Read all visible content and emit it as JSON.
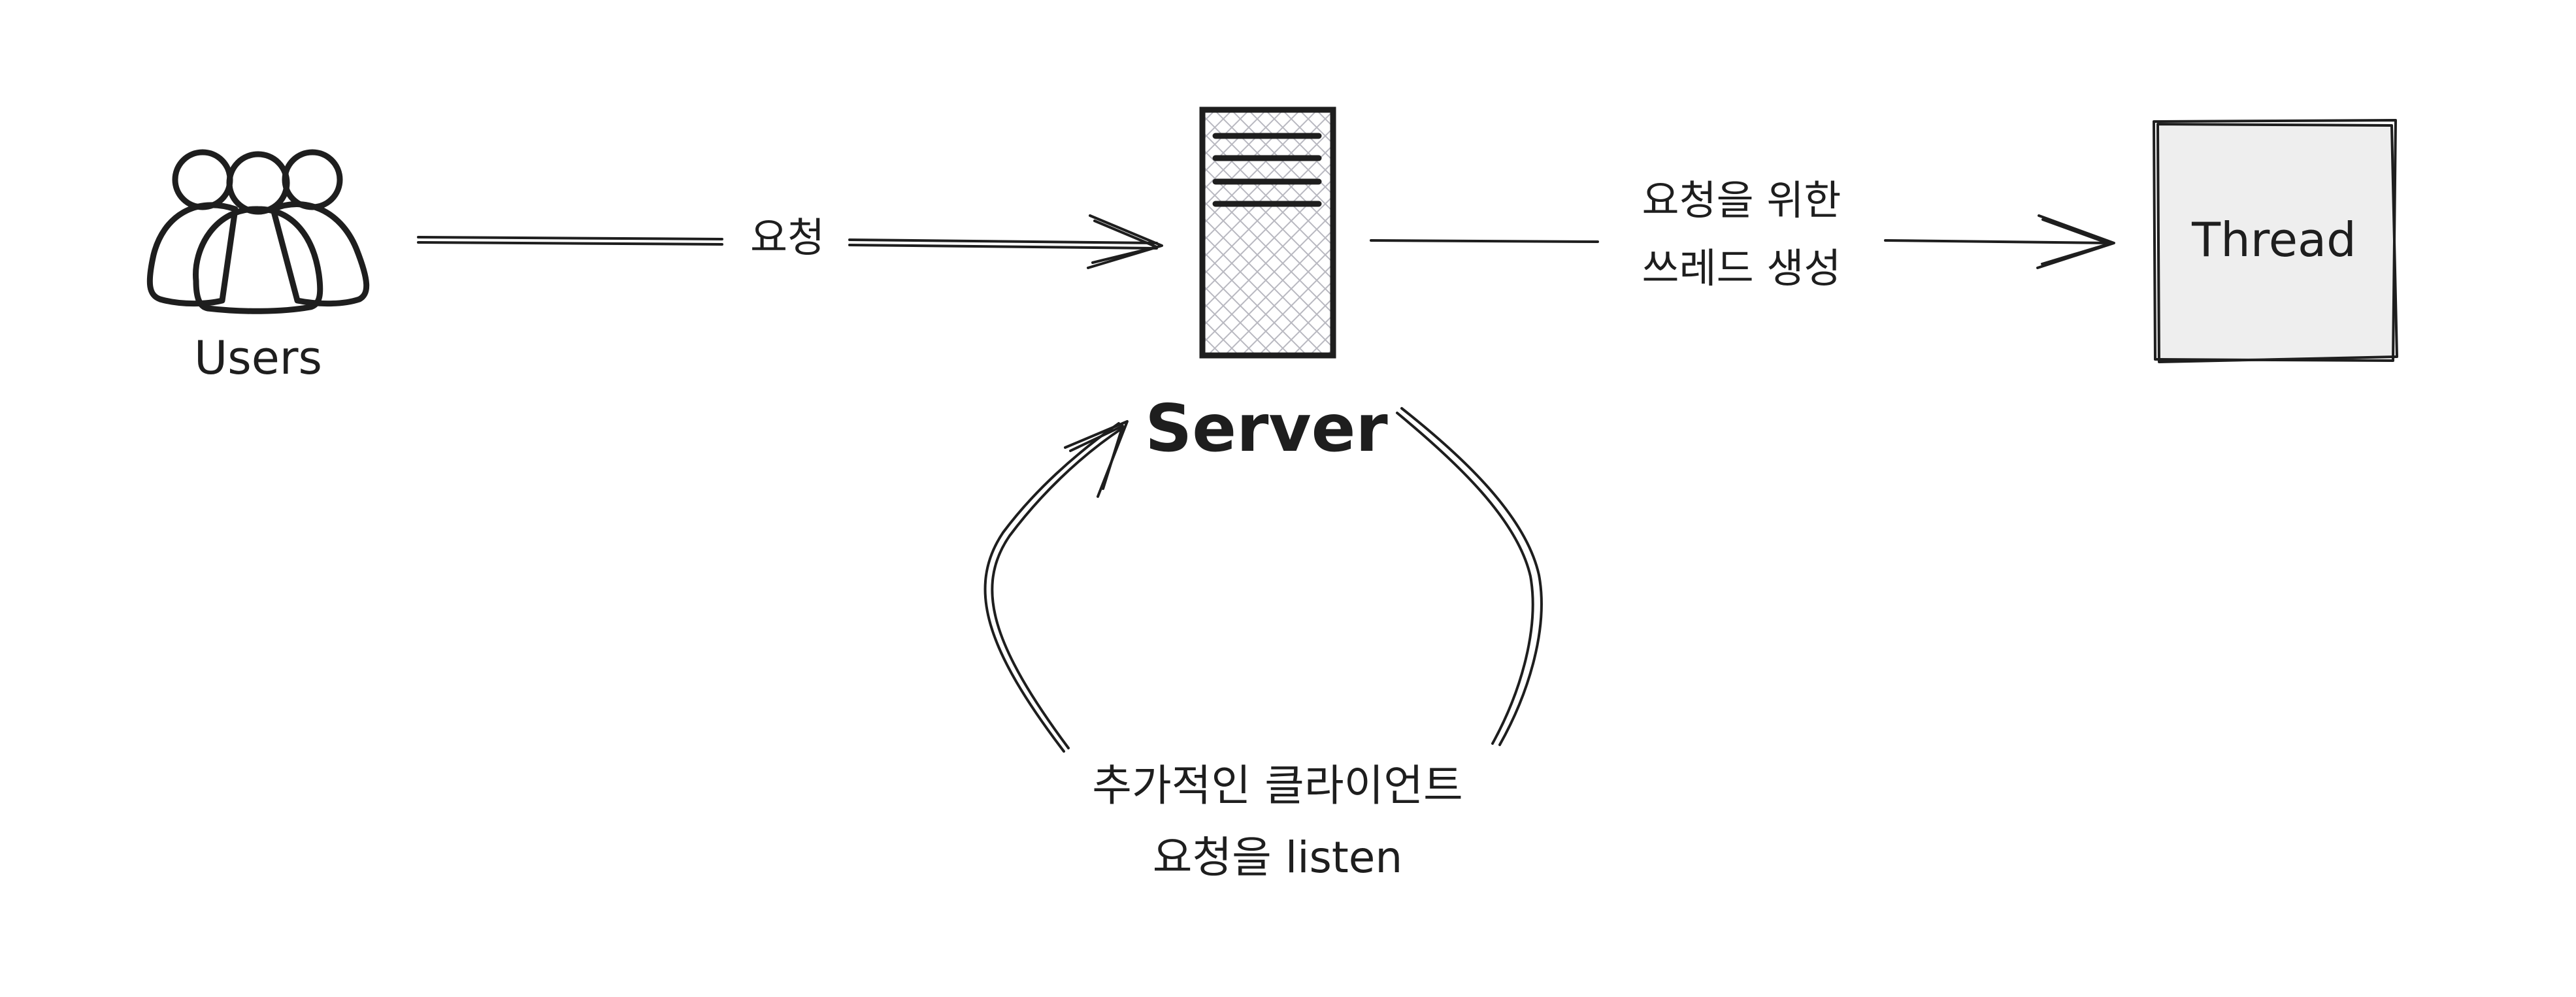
{
  "nodes": {
    "users": {
      "label": "Users",
      "icon": "users-icon"
    },
    "server": {
      "label": "Server",
      "icon": "server-icon"
    },
    "thread": {
      "label": "Thread",
      "fill": "#eeeeee"
    }
  },
  "edges": {
    "request": {
      "label": "요청"
    },
    "create_thread": {
      "line1": "요청을 위한",
      "line2": "쓰레드 생성"
    },
    "listen": {
      "line1": "추가적인 클라이언트",
      "line2": "요청을 listen"
    }
  },
  "colors": {
    "stroke": "#1e1e1e",
    "hatch": "#b8b8c0",
    "box_fill": "#eeeeee"
  }
}
